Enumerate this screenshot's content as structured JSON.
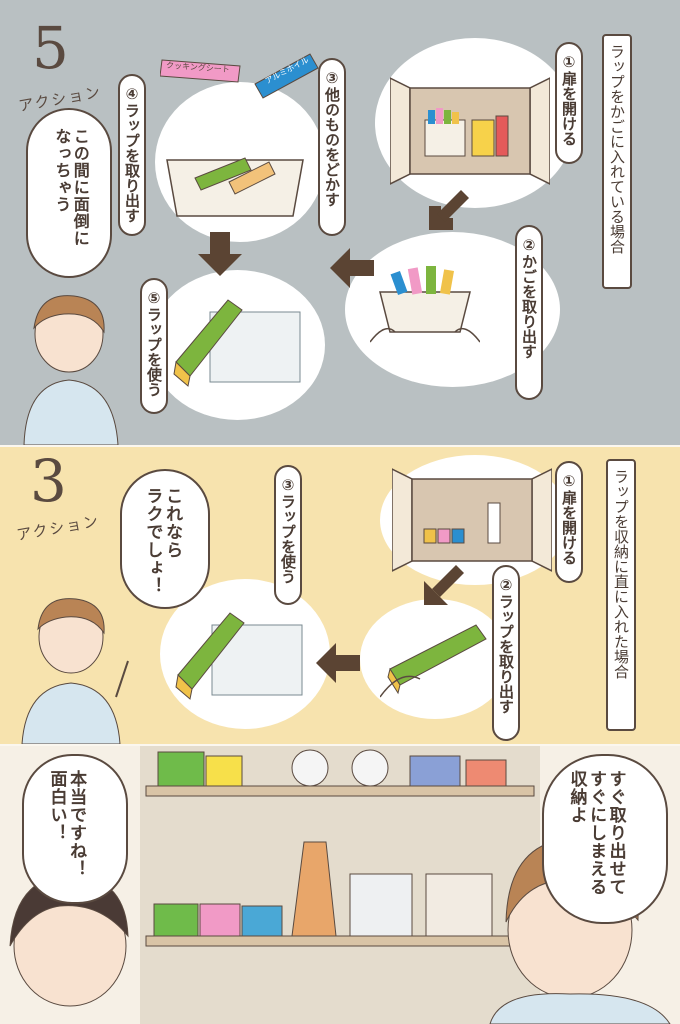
{
  "top_panel": {
    "count": "5",
    "action_label": "アクション",
    "title": "ラップをかごに入れている場合",
    "steps": [
      "①扉を開ける",
      "②かごを取り出す",
      "③他のものをどかす",
      "④ラップを取り出す",
      "⑤ラップを使う"
    ],
    "box_label_pink": "クッキングシート",
    "box_label_blue": "アルミホイル",
    "speech": "この間に面倒に\nなっちゃう"
  },
  "middle_panel": {
    "count": "3",
    "action_label": "アクション",
    "title": "ラップを収納に直に入れた場合",
    "steps": [
      "①扉を開ける",
      "②ラップを取り出す",
      "③ラップを使う"
    ],
    "speech": "これなら\nラクでしょ！"
  },
  "bottom_panel": {
    "speech_left": "本当ですね！\n面白い！",
    "speech_right": "すぐ取り出せて\nすぐにしまえる\n収納よ"
  },
  "colors": {
    "panel_top_bg": "#b9c0c2",
    "panel_mid_bg": "#f7e3ae",
    "wrap_green": "#7db53e",
    "arrow_brown": "#5b4433",
    "pink_box": "#f19ac6",
    "blue_box": "#2b8fd0"
  }
}
